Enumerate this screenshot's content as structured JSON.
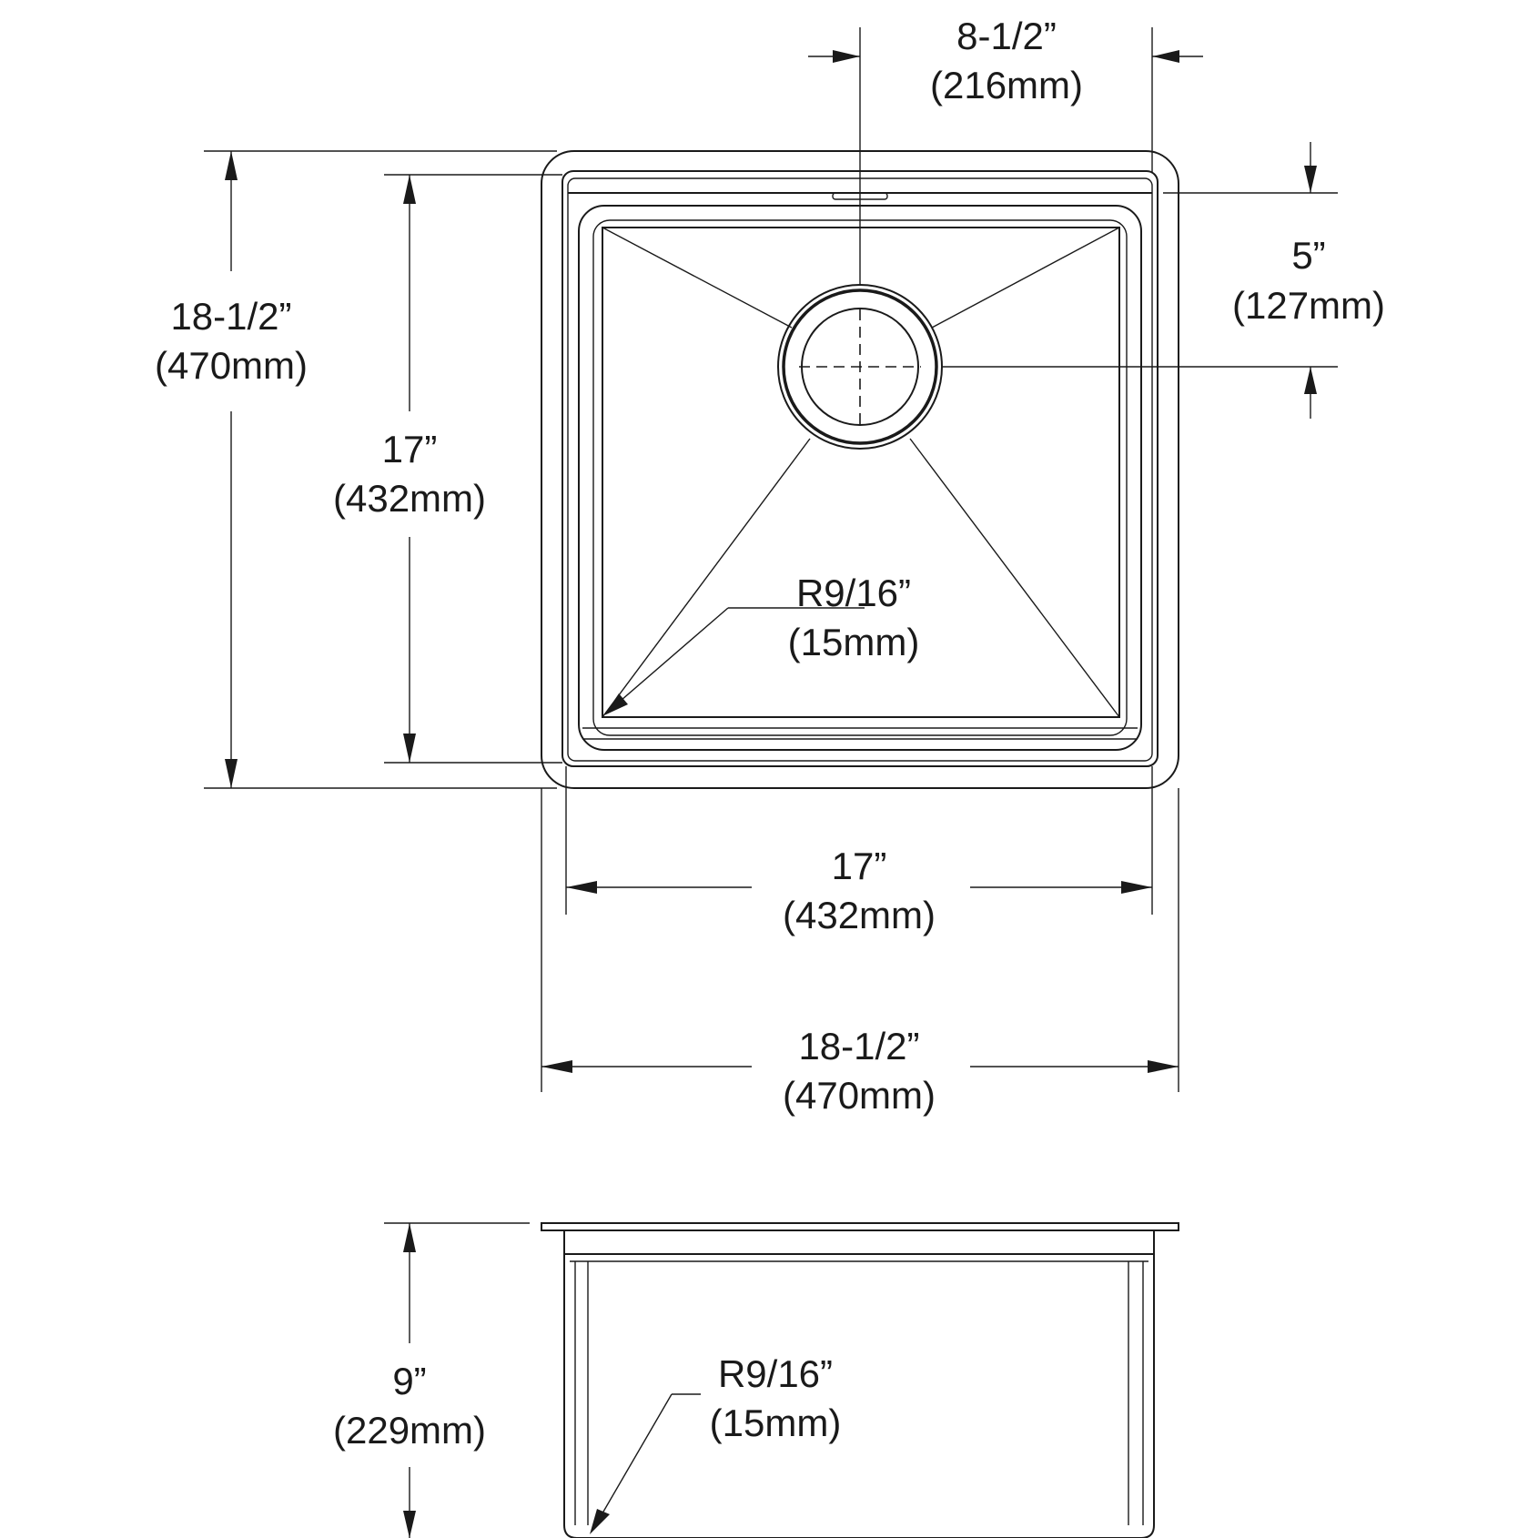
{
  "plan_view": {
    "drain_offset_x": {
      "imperial": "8-1/2”",
      "metric": "(216mm)"
    },
    "drain_offset_y": {
      "imperial": "5”",
      "metric": "(127mm)"
    },
    "overall_depth": {
      "imperial": "18-1/2”",
      "metric": "(470mm)"
    },
    "bowl_depth": {
      "imperial": "17”",
      "metric": "(432mm)"
    },
    "bowl_width": {
      "imperial": "17”",
      "metric": "(432mm)"
    },
    "overall_width": {
      "imperial": "18-1/2”",
      "metric": "(470mm)"
    },
    "corner_radius": {
      "imperial": "R9/16”",
      "metric": "(15mm)"
    }
  },
  "section_view": {
    "bowl_height": {
      "imperial": "9”",
      "metric": "(229mm)"
    },
    "corner_radius": {
      "imperial": "R9/16”",
      "metric": "(15mm)"
    }
  }
}
